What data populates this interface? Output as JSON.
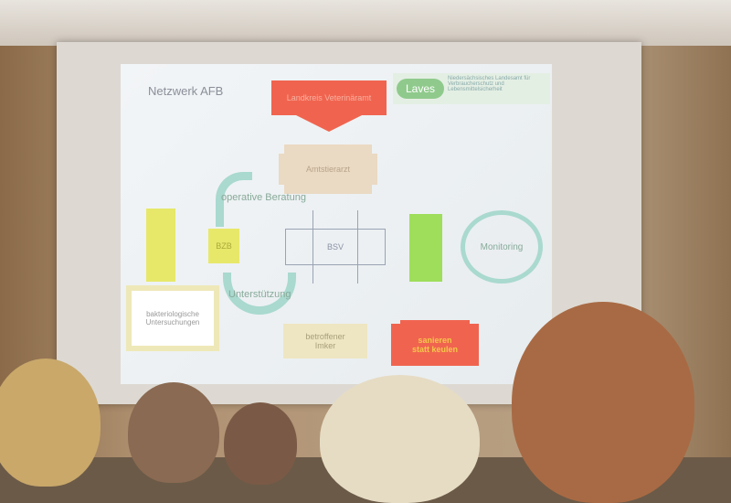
{
  "slide": {
    "title": "Netzwerk AFB",
    "logo": {
      "name": "Laves",
      "text": "Niedersächsisches Landesamt für Verbraucherschutz und Lebensmittelsicherheit"
    },
    "nodes": {
      "landkreis": "Landkreis Veterinäramt",
      "amtstierarzt": "Amtstierarzt",
      "bzb": "BZB",
      "bsv": "BSV",
      "monitoring": "Monitoring",
      "bakteriologische": "bakteriologische Untersuchungen",
      "imker": "betroffener Imker",
      "sanieren": "sanieren statt keulen"
    },
    "arrows": {
      "operative": "operative Beratung",
      "unterstuetzung": "Unterstützung"
    },
    "colors": {
      "red": "#f0644f",
      "beige": "#ead9c3",
      "yellow": "#e7e86a",
      "green": "#9ede5a",
      "teal": "#a9d9cf"
    }
  }
}
